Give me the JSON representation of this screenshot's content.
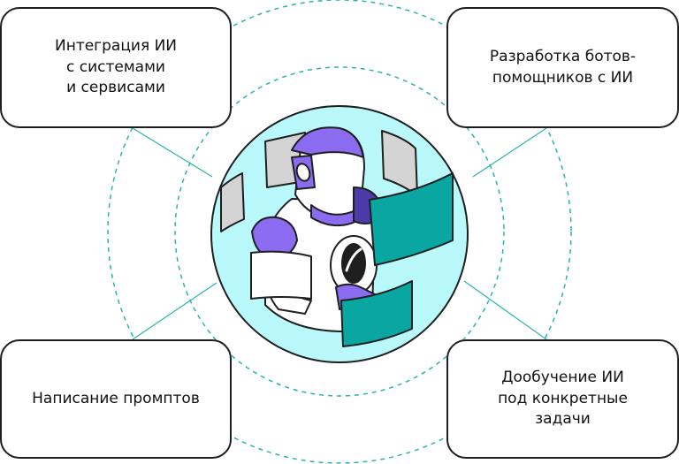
{
  "diagram": {
    "cards": {
      "top_left": "Интеграция ИИ\nс системами\nи сервисами",
      "top_right": "Разработка ботов-\nпомощников с ИИ",
      "bottom_left": "Написание промптов",
      "bottom_right": "Дообучение ИИ\nпод конкретные\nзадачи"
    },
    "illustration": {
      "subject": "robot-with-floating-screens"
    }
  },
  "colors": {
    "circle_fill": "#b9f8fb",
    "teal": "#0aa7a2",
    "teal_dark": "#0b9b96",
    "purple": "#8b6cf1",
    "dark_purple": "#4b3aa8",
    "gray_panel": "#d4d4d4",
    "outline": "#1f1f1f",
    "dashed": "#2ab4ad"
  }
}
